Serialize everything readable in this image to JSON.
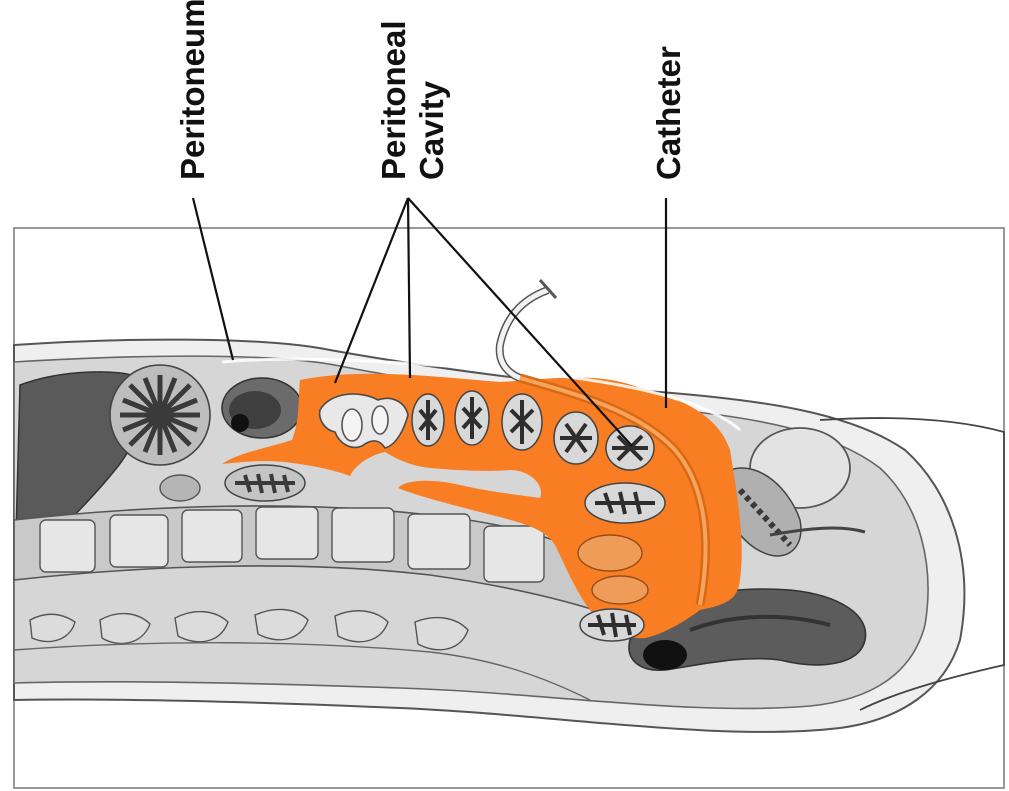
{
  "labels": {
    "peritoneum": "Peritoneum",
    "peritoneal_cavity_line1": "Peritoneal",
    "peritoneal_cavity_line2": "Cavity",
    "catheter": "Catheter"
  },
  "colors": {
    "peritoneal_fluid": "#f97d22",
    "organ_light": "#d9d9d9",
    "organ_mid": "#a9a9a9",
    "organ_dark": "#555555",
    "outline": "#4a4a4a"
  },
  "icons": {
    "catheter": "catheter-tube",
    "intestine": "intestine-loop"
  }
}
